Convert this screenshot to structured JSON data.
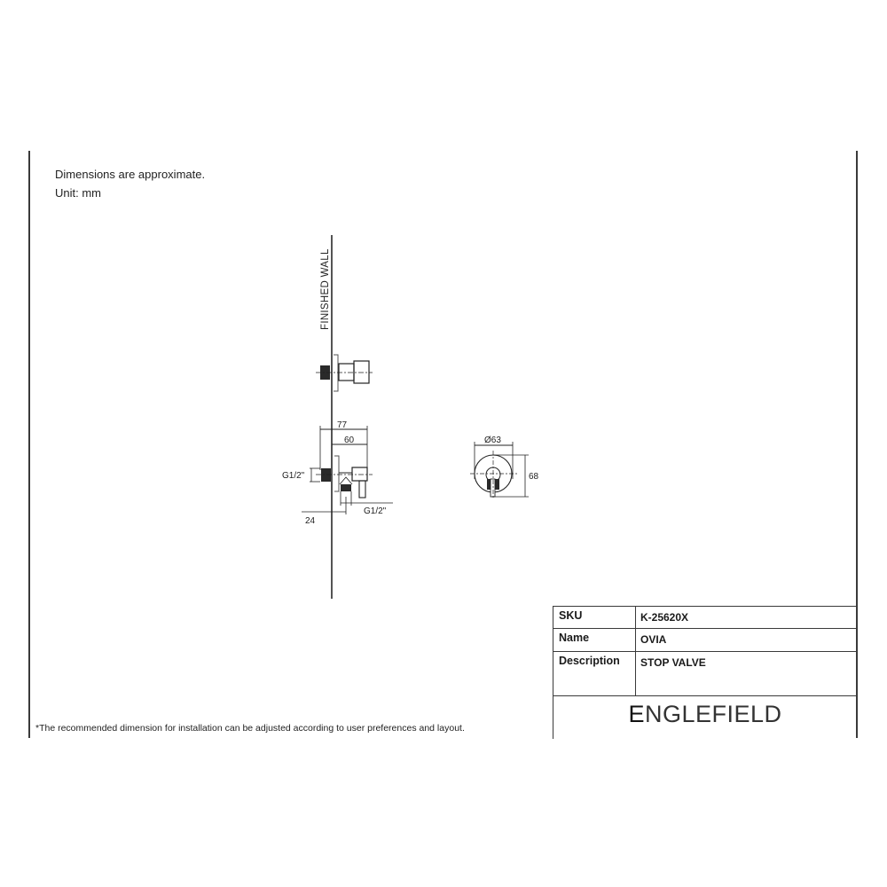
{
  "notes": {
    "line1": "Dimensions are approximate.",
    "line2": "Unit: mm"
  },
  "drawing": {
    "wall_label": "FINISHED WALL",
    "dimensions": {
      "overall_depth": "77",
      "body_depth": "60",
      "inlet_thread": "G1/2\"",
      "outlet_thread": "G1/2\"",
      "outlet_offset": "24",
      "escutcheon_diameter": "Ø63",
      "escutcheon_height": "68"
    }
  },
  "footnote": "*The recommended dimension for installation can be adjusted according to user preferences and layout.",
  "titleblock": {
    "rows": [
      {
        "key": "SKU",
        "value": "K-25620X"
      },
      {
        "key": "Name",
        "value": "OVIA"
      },
      {
        "key": "Description",
        "value": "STOP VALVE"
      }
    ],
    "brand_first": "E",
    "brand_rest": "NGLEFIELD"
  },
  "colors": {
    "line": "#3a3a3a",
    "text": "#1a1a1a",
    "fill_dark": "#2a2a2a"
  }
}
